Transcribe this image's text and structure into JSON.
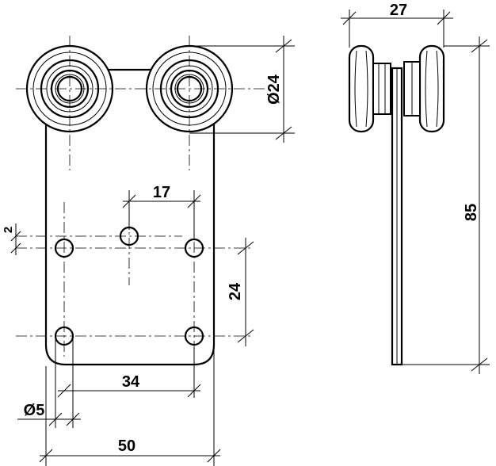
{
  "dimensions": {
    "roller_diameter": "Ø24",
    "side_width": "27",
    "side_height": "85",
    "hole_spacing_top": "17",
    "hole_offset": "2",
    "hole_spacing_vertical": "24",
    "hole_spacing_horizontal": "34",
    "hole_diameter": "Ø5",
    "plate_width": "50"
  }
}
